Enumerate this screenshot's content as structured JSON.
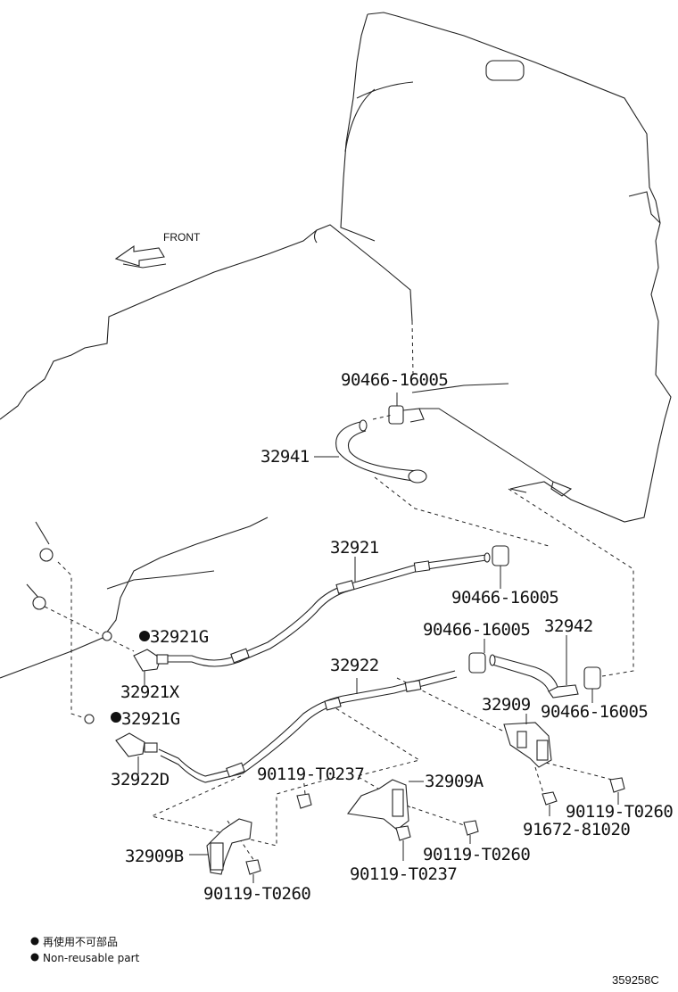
{
  "front_label": "FRONT",
  "parts": {
    "clip_top": "90466-16005",
    "hose_32941": "32941",
    "tube_32921": "32921",
    "clip_mid": "90466-16005",
    "o_ring_1": "32921G",
    "union_32921x": "32921X",
    "tube_32922": "32922",
    "clip_right_a": "90466-16005",
    "hose_32942": "32942",
    "clip_right_b": "90466-16005",
    "o_ring_2": "32921G",
    "union_32922d": "32922D",
    "bracket_32909": "32909",
    "bolt_t0237_a": "90119-T0237",
    "bracket_32909a": "32909A",
    "bolt_t0260_right": "90119-T0260",
    "bolt_81020": "91672-81020",
    "bracket_32909b": "32909B",
    "bolt_t0260_mid": "90119-T0260",
    "bolt_t0237_b": "90119-T0237",
    "bolt_t0260_bottom": "90119-T0260"
  },
  "legend": {
    "line_jp": "再使用不可部品",
    "line_en": "Non-reusable part"
  },
  "diagram_code": "359258C"
}
